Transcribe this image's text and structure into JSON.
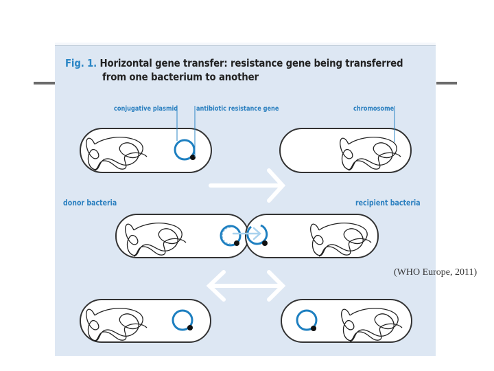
{
  "figure": {
    "number_label": "Fig. 1.",
    "title_line1": "Horizontal gene transfer: resistance gene being transferred",
    "title_line2": "from one bacterium to another",
    "background_color": "#dde7f3",
    "accent_color": "#2b86c5"
  },
  "labels": {
    "conjugative_plasmid": "conjugative plasmid",
    "antibiotic_resistance_gene": "antibiotic resistance gene",
    "chromosome": "chromosome",
    "donor_bacteria": "donor bacteria",
    "recipient_bacteria": "recipient bacteria"
  },
  "stages": [
    {
      "name": "before-transfer",
      "donor": "chromosome + plasmid with resistance gene",
      "recipient": "chromosome only"
    },
    {
      "name": "conjugation",
      "description": "plasmid copy transferred through contact"
    },
    {
      "name": "after-transfer",
      "donor": "chromosome + plasmid",
      "recipient": "chromosome + plasmid"
    }
  ],
  "arrows": [
    {
      "name": "transfer-arrow",
      "direction": "right"
    },
    {
      "name": "separation-arrow",
      "direction": "both"
    }
  ],
  "citation": "(WHO Europe, 2011)"
}
